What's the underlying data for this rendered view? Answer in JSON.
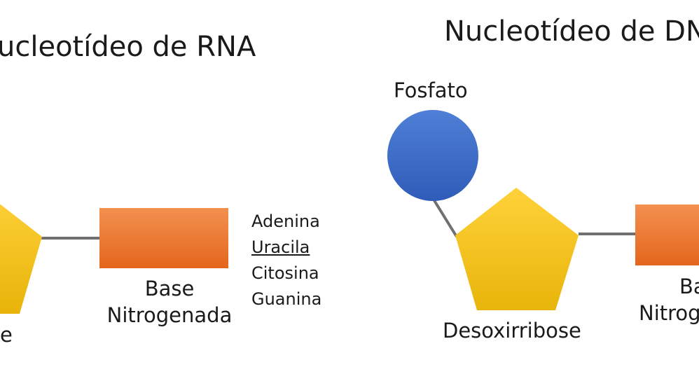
{
  "rna": {
    "title": "ucleotídeo de RNA",
    "sugar_label": "e",
    "base_label_line1": "Base",
    "base_label_line2": "Nitrogenada",
    "bases": [
      {
        "name": "Adenina",
        "underlined": false
      },
      {
        "name": "Uracila",
        "underlined": true
      },
      {
        "name": "Citosina",
        "underlined": false
      },
      {
        "name": "Guanina",
        "underlined": false
      }
    ]
  },
  "dna": {
    "title": "Nucleotídeo de DN",
    "phosphate_label": "Fosfato",
    "sugar_label": "Desoxirribose",
    "base_label_line1": "Ba",
    "base_label_line2": "Nitrog"
  },
  "colors": {
    "phosphate": "#3f6fc8",
    "sugar": "#f7c51a",
    "base": "#ec7a2e",
    "bond": "#707070"
  }
}
